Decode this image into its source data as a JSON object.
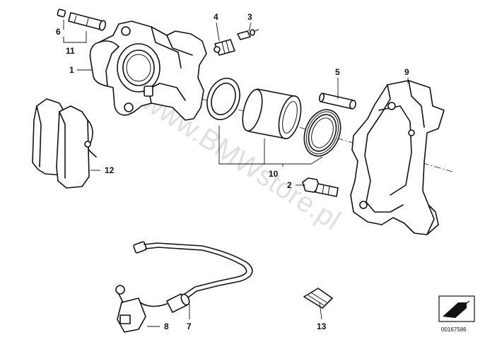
{
  "watermark": "www.BMWstore.pl",
  "document_number": "00167586",
  "callouts": {
    "c1": "1",
    "c2": "2",
    "c3": "3",
    "c4": "4",
    "c5": "5",
    "c6": "6",
    "c7": "7",
    "c8": "8",
    "c9": "9",
    "c10": "10",
    "c11": "11",
    "c12": "12",
    "c13": "13"
  },
  "icons": {
    "orientation_arrow": "arrow-down-left-icon"
  }
}
